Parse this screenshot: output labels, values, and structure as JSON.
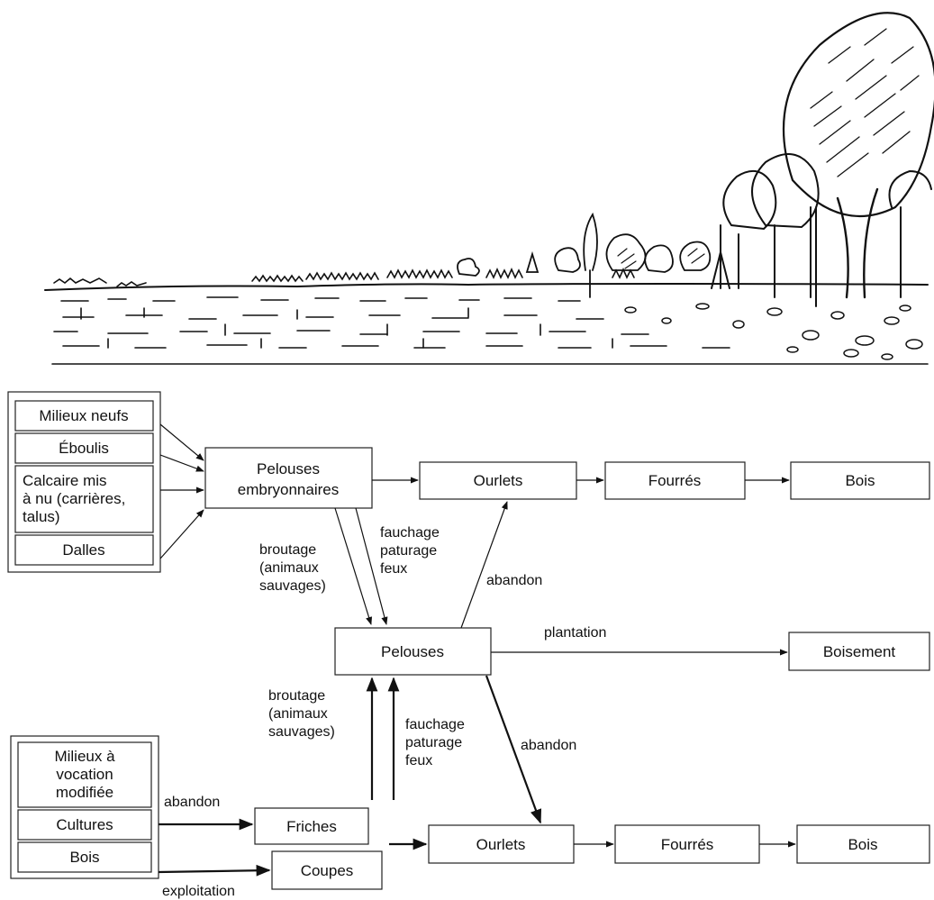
{
  "nodes": {
    "milieux_neufs": "Milieux neufs",
    "eboulis": "Éboulis",
    "calcaire": [
      "Calcaire mis",
      "à nu (carrières,",
      "talus)"
    ],
    "dalles": "Dalles",
    "pelouses_embryonnaires": [
      "Pelouses",
      "embryonnaires"
    ],
    "ourlets_top": "Ourlets",
    "fourres_top": "Fourrés",
    "bois_top": "Bois",
    "pelouses": "Pelouses",
    "boisement": "Boisement",
    "milieux_vocation": [
      "Milieux à",
      "vocation",
      "modifiée"
    ],
    "cultures": "Cultures",
    "bois_left": "Bois",
    "friches": "Friches",
    "coupes": "Coupes",
    "ourlets_bottom": "Ourlets",
    "fourres_bottom": "Fourrés",
    "bois_bottom": "Bois"
  },
  "edge_labels": {
    "broutage_top": [
      "broutage",
      "(animaux",
      "sauvages)"
    ],
    "fauchage_top": [
      "fauchage",
      "paturage",
      "feux"
    ],
    "abandon_top": "abandon",
    "plantation": "plantation",
    "broutage_bottom": [
      "broutage",
      "(animaux",
      "sauvages)"
    ],
    "fauchage_bottom": [
      "fauchage",
      "paturage",
      "feux"
    ],
    "abandon_right": "abandon",
    "abandon_left": "abandon",
    "exploitation": "exploitation"
  },
  "colors": {
    "ink": "#111111",
    "background": "#ffffff"
  }
}
